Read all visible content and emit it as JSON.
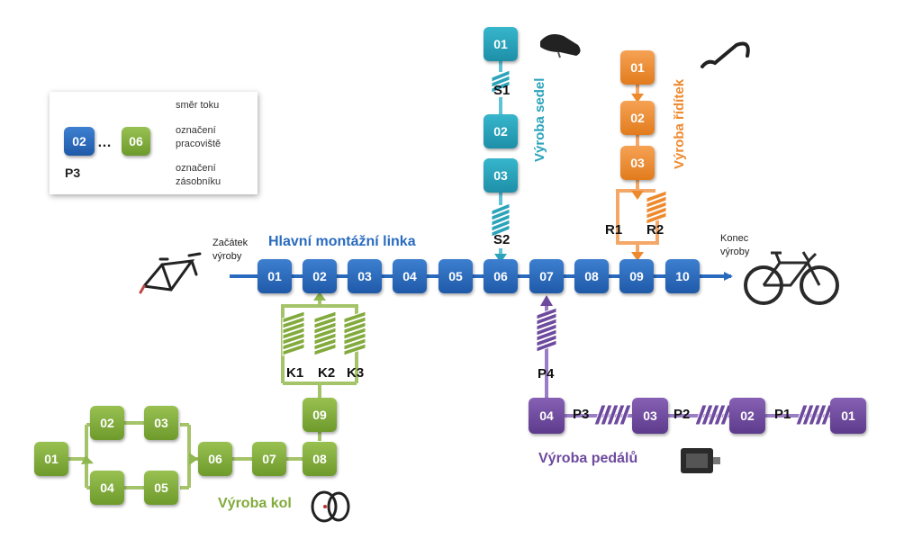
{
  "legend": {
    "flow_label": "směr toku",
    "ws_label_1": "označení",
    "ws_label_2": "pracoviště",
    "buffer_label_1": "označení",
    "buffer_label_2": "zásobníku",
    "example_first": "02",
    "example_dots": "…",
    "example_last": "06",
    "example_buffer": "P3"
  },
  "main_line": {
    "title": "Hlavní montážní linka",
    "start_1": "Začátek",
    "start_2": "výroby",
    "end_1": "Konec",
    "end_2": "výroby",
    "stations": [
      "01",
      "02",
      "03",
      "04",
      "05",
      "06",
      "07",
      "08",
      "09",
      "10"
    ]
  },
  "saddles": {
    "title": "Výroba sedel",
    "stations": [
      "01",
      "02",
      "03"
    ],
    "buffers": [
      "S1",
      "S2"
    ]
  },
  "handlebars": {
    "title": "Výroba řídítek",
    "stations": [
      "01",
      "02",
      "03"
    ],
    "buffers": [
      "R1",
      "R2"
    ]
  },
  "wheels": {
    "title": "Výroba kol",
    "stations": [
      "01",
      "02",
      "03",
      "04",
      "05",
      "06",
      "07",
      "08",
      "09"
    ],
    "buffers": [
      "K1",
      "K2",
      "K3"
    ]
  },
  "pedals": {
    "title": "Výroba pedálů",
    "stations": [
      "04",
      "03",
      "02",
      "01"
    ],
    "buffers": [
      "P4",
      "P3",
      "P2",
      "P1"
    ]
  },
  "colors": {
    "main": "#2a6bbf",
    "wheels": "#82aa3c",
    "saddles": "#2aa3bb",
    "handlebars": "#ee8a2e",
    "pedals": "#6e4a9e"
  }
}
